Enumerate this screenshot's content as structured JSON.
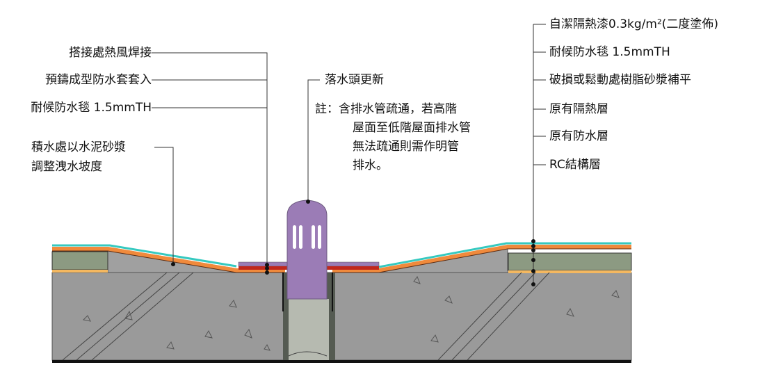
{
  "left_labels": {
    "hot_air_weld": "搭接處熱風焊接",
    "precast_sleeve": "預鑄成型防水套套入",
    "membrane": "耐候防水毯 1.5mmTH",
    "mortar_line1": "積水處以水泥砂漿",
    "mortar_line2": "調整洩水坡度"
  },
  "center_labels": {
    "drain_head": "落水頭更新",
    "note_line1": "註：含排水管疏通，若高階",
    "note_line2": "屋面至低階屋面排水管",
    "note_line3": "無法疏通則需作明管",
    "note_line4": "排水。"
  },
  "right_labels": [
    "自潔隔熱漆0.3kg/m²(二度塗佈)",
    "耐候防水毯 1.5mmTH",
    "破損或鬆動處樹脂砂漿補平",
    "原有隔熱層",
    "原有防水層",
    "RC結構層"
  ],
  "colors": {
    "concrete": "#9a9a9a",
    "cyan_coating": "#35c9c0",
    "orange_membrane": "#f08a3c",
    "insulation": "#8c9a82",
    "drain_purple": "#9b7cb6",
    "flange_red": "#c0281c"
  }
}
